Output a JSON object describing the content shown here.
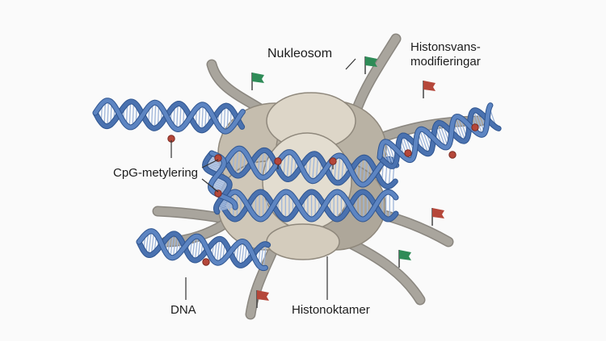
{
  "labels": {
    "nucleosome": "Nukleosom",
    "histone_tail_mods": "Histonsvans-\nmodifieringar",
    "cpg_methylation": "CpG-metylering",
    "dna": "DNA",
    "histone_octamer": "Histonoktamer"
  },
  "colors": {
    "dna_backbone": "#4a72b0",
    "dna_backbone_dark": "#2f5590",
    "dna_rungs": "#e8eef7",
    "histone_core": "#c9c1b2",
    "histone_core_light": "#ddd6c8",
    "histone_tail": "#a9a59d",
    "flag_green": "#2e8b57",
    "flag_red": "#b5473a",
    "methyl_mark": "#b5473a",
    "leader_line": "#333333",
    "background": "#fafafa"
  },
  "icons": [
    "flag-icon"
  ]
}
